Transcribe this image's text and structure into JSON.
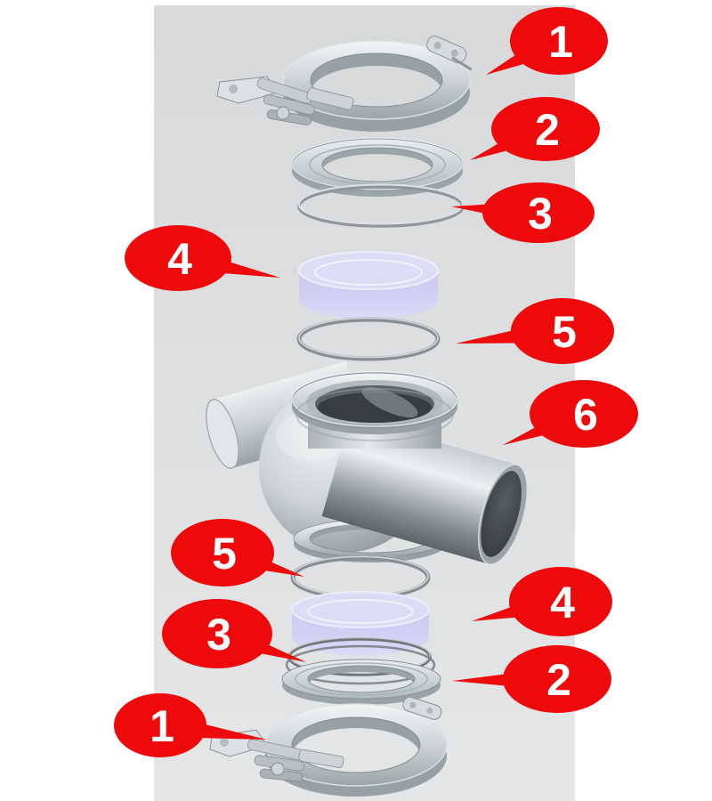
{
  "scene": {
    "page_background": "#ffffff",
    "backdrop_color": "#d7d9da",
    "callout_color": "#ee0a0a",
    "callout_text_color": "#ffffff"
  },
  "callouts": [
    {
      "label": "1"
    },
    {
      "label": "2"
    },
    {
      "label": "3"
    },
    {
      "label": "4"
    },
    {
      "label": "5"
    },
    {
      "label": "6"
    },
    {
      "label": "5"
    },
    {
      "label": "4"
    },
    {
      "label": "3"
    },
    {
      "label": "2"
    },
    {
      "label": "1"
    }
  ]
}
